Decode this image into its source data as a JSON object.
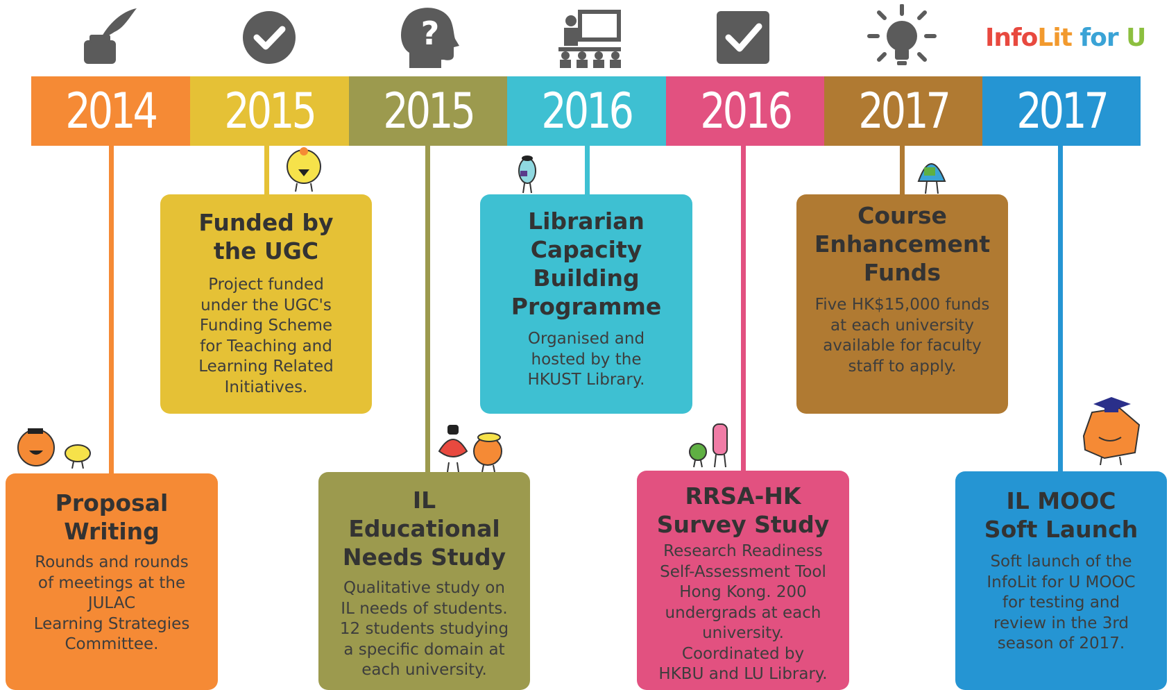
{
  "colors": {
    "orange": "#f58a35",
    "yellow": "#e5c136",
    "olive": "#9c9a4e",
    "cyan": "#3ec0d2",
    "pink": "#e25180",
    "brown": "#b07a32",
    "blue": "#2595d3",
    "icon_gray": "#5b5b5b"
  },
  "logo": {
    "part1": "Info",
    "part2": "Lit",
    "part3": " for ",
    "part4": "U"
  },
  "icons": [
    "quill-inkpot-icon",
    "check-circle-icon",
    "question-head-icon",
    "presentation-icon",
    "check-square-icon",
    "lightbulb-icon"
  ],
  "years": [
    "2014",
    "2015",
    "2015",
    "2016",
    "2016",
    "2017",
    "2017"
  ],
  "events": [
    {
      "title": "Proposal Writing",
      "title_lines": [
        "Proposal",
        "Writing"
      ],
      "desc_lines": [
        "Rounds and rounds",
        "of meetings at the",
        "JULAC",
        "Learning Strategies",
        "Committee."
      ]
    },
    {
      "title": "Funded by the UGC",
      "title_lines": [
        "Funded by",
        "the UGC"
      ],
      "desc_lines": [
        "Project funded",
        "under the UGC's",
        "Funding Scheme",
        "for Teaching and",
        "Learning Related",
        "Initiatives."
      ]
    },
    {
      "title": "IL Educational Needs Study",
      "title_lines": [
        "IL",
        "Educational",
        "Needs Study"
      ],
      "desc_lines": [
        "Qualitative study on",
        "IL needs of students.",
        "12 students studying",
        "a specific domain at",
        "each university."
      ]
    },
    {
      "title": "Librarian Capacity Building Programme",
      "title_lines": [
        "Librarian",
        "Capacity",
        "Building",
        "Programme"
      ],
      "desc_lines": [
        "Organised and",
        "hosted by the",
        "HKUST Library."
      ]
    },
    {
      "title": "RRSA-HK Survey Study",
      "title_lines": [
        "RRSA-HK",
        "Survey Study"
      ],
      "desc_lines": [
        "Research Readiness",
        "Self-Assessment Tool",
        "Hong Kong. 200",
        "undergrads at each",
        "university.",
        "Coordinated by",
        "HKBU and LU Library."
      ]
    },
    {
      "title": "Course Enhancement Funds",
      "title_lines": [
        "Course",
        "Enhancement",
        "Funds"
      ],
      "desc_lines": [
        "Five HK$15,000 funds",
        "at each university",
        "available for faculty",
        "staff to apply."
      ]
    },
    {
      "title": "IL MOOC Soft Launch",
      "title_lines": [
        "IL MOOC",
        "Soft Launch"
      ],
      "desc_lines": [
        "Soft launch of the",
        "InfoLit for U MOOC",
        "for testing and",
        "review in the 3rd",
        "season of 2017."
      ]
    }
  ]
}
